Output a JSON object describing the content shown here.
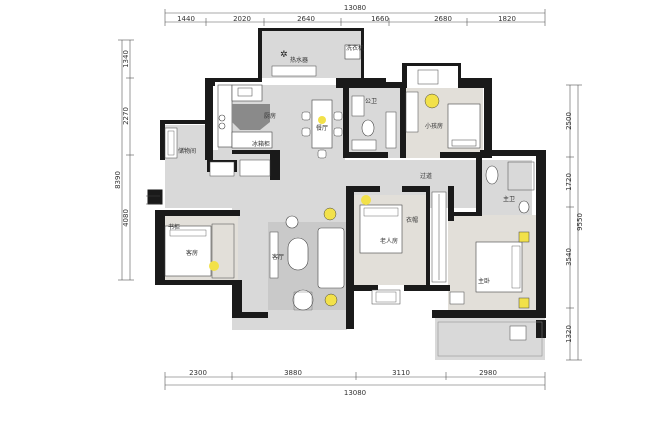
{
  "dimensions": {
    "top_total": "13080",
    "top": [
      "1440",
      "2020",
      "2640",
      "1660",
      "2680",
      "1820"
    ],
    "bottom": [
      "2300",
      "3880",
      "3110",
      "2980"
    ],
    "bottom_total": "13080",
    "left": [
      "1340",
      "2270",
      "4080"
    ],
    "left_total": "8390",
    "right": [
      "2500",
      "1720",
      "3540",
      "1320"
    ],
    "right_total": "9550"
  },
  "rooms": {
    "water_heater": "热水器",
    "laundry_area": "洗衣机",
    "kitchen": "厨房",
    "dining": "餐厅",
    "public_bath": "公卫",
    "kids_room": "小孩房",
    "storage": "储物间",
    "corridor": "过道",
    "master_bath": "主卫",
    "study": "书柜",
    "guest_room": "客房",
    "living": "客厅",
    "elder_room": "老人房",
    "master_bedroom": "主卧",
    "closet": "衣帽",
    "fridge": "冰箱柜"
  },
  "colors": {
    "wall": "#1a1a1a",
    "floor": "#d9d9d9",
    "room_floor": "#e2dfd9",
    "rug": "#c9c9c9",
    "lamp": "#f2e14a"
  }
}
